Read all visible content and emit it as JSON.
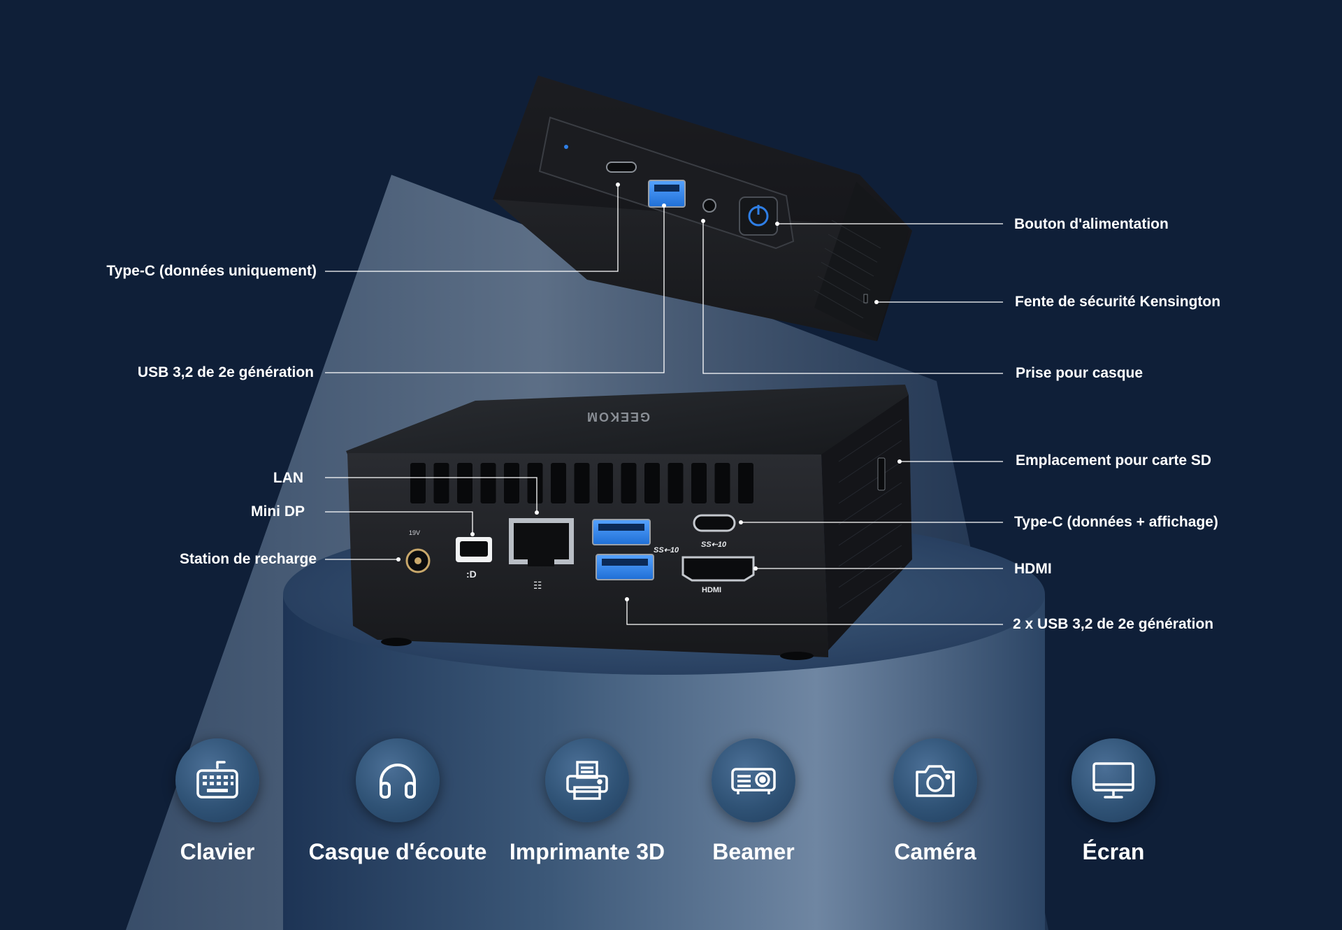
{
  "callouts": {
    "type_c_data": "Type-C (données uniquement)",
    "usb_front": "USB 3,2 de 2e génération",
    "power_button": "Bouton d'alimentation",
    "kensington": "Fente de sécurité Kensington",
    "headphone_jack": "Prise pour casque",
    "sd_slot": "Emplacement pour carte SD",
    "lan": "LAN",
    "mini_dp": "Mini DP",
    "charging": "Station de recharge",
    "type_c_display": "Type-C (données + affichage)",
    "hdmi": "HDMI",
    "usb_rear": "2 x USB 3,2 de 2e génération"
  },
  "device": {
    "brand": "GEEKOM",
    "port_marks": {
      "ss10": "SS⇠10",
      "dc_in": "19V",
      "hdmi": "HDMI"
    }
  },
  "peripherals": [
    {
      "name": "Clavier",
      "icon": "keyboard-icon"
    },
    {
      "name": "Casque d'écoute",
      "icon": "headphones-icon"
    },
    {
      "name": "Imprimante 3D",
      "icon": "printer-icon"
    },
    {
      "name": "Beamer",
      "icon": "projector-icon"
    },
    {
      "name": "Caméra",
      "icon": "camera-icon"
    },
    {
      "name": "Écran",
      "icon": "monitor-icon"
    }
  ],
  "colors": {
    "background": "#0f1f38",
    "accent_blue": "#2f7fe6",
    "device": "#1e2024",
    "line": "#ffffff"
  }
}
